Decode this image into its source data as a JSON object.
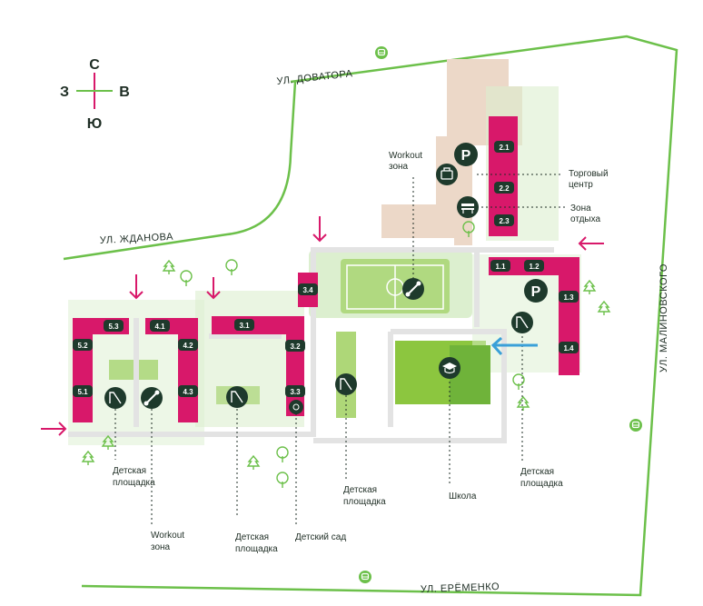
{
  "colors": {
    "road_green": "#6cc04a",
    "building": "#d8186a",
    "dark_badge": "#1e3a2c",
    "lawn": "#8cc63f",
    "light_lawn": "#dcefcf",
    "path": "#e8e8e8",
    "arrow": "#d8186a",
    "blue_arrow": "#3aa0d8"
  },
  "compass": {
    "north": "С",
    "south": "Ю",
    "west": "З",
    "east": "В"
  },
  "streets": {
    "dovatora": "УЛ. ДОВАТОРА",
    "zhdanova": "УЛ. ЖДАНОВА",
    "malinovskogo": "УЛ. МАЛИНОВСКОГО",
    "eremenko": "УЛ. ЕРЁМЕНКО"
  },
  "buildings": [
    "5.3",
    "4.1",
    "5.2",
    "4.2",
    "5.1",
    "4.3",
    "3.1",
    "3.2",
    "3.3",
    "3.4",
    "2.1",
    "2.2",
    "2.3",
    "1.1",
    "1.2",
    "1.3",
    "1.4"
  ],
  "labels": {
    "workout_top_1": "Workout",
    "workout_top_2": "зона",
    "trade_1": "Торговый",
    "trade_2": "центр",
    "rest_1": "Зона",
    "rest_2": "отдыха",
    "playground_a_1": "Детская",
    "playground_a_2": "площадка",
    "workout_bottom_1": "Workout",
    "workout_bottom_2": "зона",
    "playground_b_1": "Детская",
    "playground_b_2": "площадка",
    "kindergarten": "Детский сад",
    "playground_c_1": "Детская",
    "playground_c_2": "площадка",
    "school": "Школа",
    "playground_d_1": "Детская",
    "playground_d_2": "площадка"
  },
  "icons": [
    "parking-icon",
    "shopping-bag-icon",
    "bench-icon",
    "dumbbell-icon",
    "slide-icon",
    "school-cap-icon",
    "bus-stop-icon",
    "tree-icon"
  ],
  "parking_letter": "P"
}
